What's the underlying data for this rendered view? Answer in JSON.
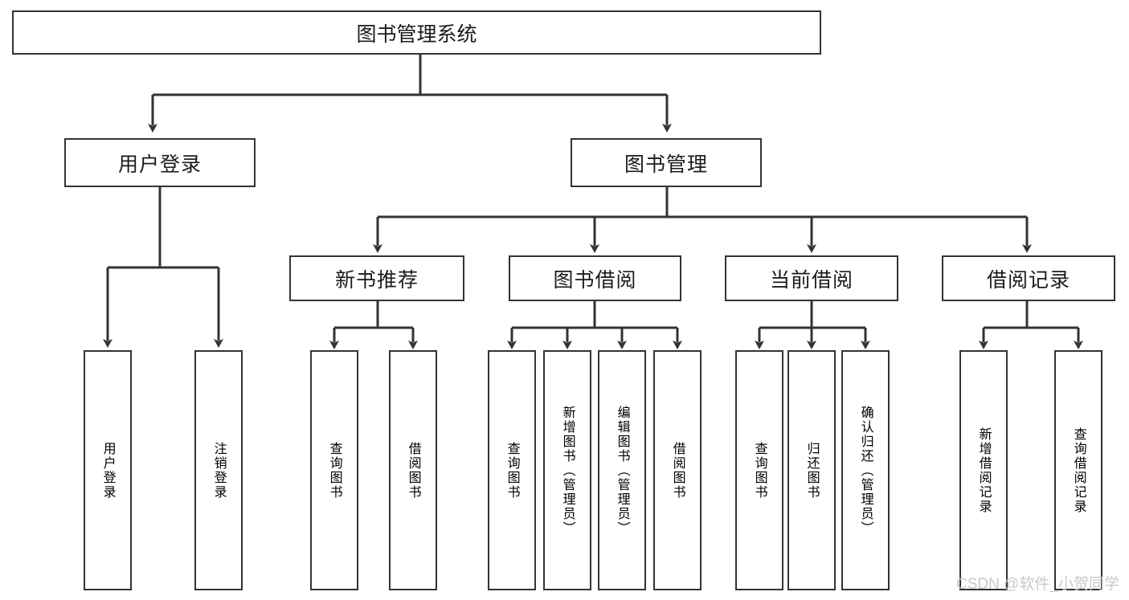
{
  "diagram": {
    "type": "tree",
    "title": "图书管理系统",
    "root": {
      "label": "图书管理系统"
    },
    "level1": [
      {
        "label": "用户登录"
      },
      {
        "label": "图书管理"
      }
    ],
    "level2": [
      {
        "label": "新书推荐"
      },
      {
        "label": "图书借阅"
      },
      {
        "label": "当前借阅"
      },
      {
        "label": "借阅记录"
      }
    ],
    "leaves": {
      "user_login": [
        {
          "label": "用户登录"
        },
        {
          "label": "注销登录"
        }
      ],
      "new_book_recommend": [
        {
          "label": "查询图书"
        },
        {
          "label": "借阅图书"
        }
      ],
      "book_borrow": [
        {
          "label": "查询图书"
        },
        {
          "label": "新增图书（管理员）"
        },
        {
          "label": "编辑图书（管理员）"
        },
        {
          "label": "借阅图书"
        }
      ],
      "current_borrow": [
        {
          "label": "查询图书"
        },
        {
          "label": "归还图书"
        },
        {
          "label": "确认归还（管理员）"
        }
      ],
      "borrow_record": [
        {
          "label": "新增借阅记录"
        },
        {
          "label": "查询借阅记录"
        }
      ]
    }
  },
  "watermark": {
    "text": "CSDN @软件_小贺同学"
  },
  "colors": {
    "stroke": "#333333",
    "box_fill": "#ffffff",
    "text": "#1b1b1b",
    "watermark": "#c9c9c9"
  }
}
